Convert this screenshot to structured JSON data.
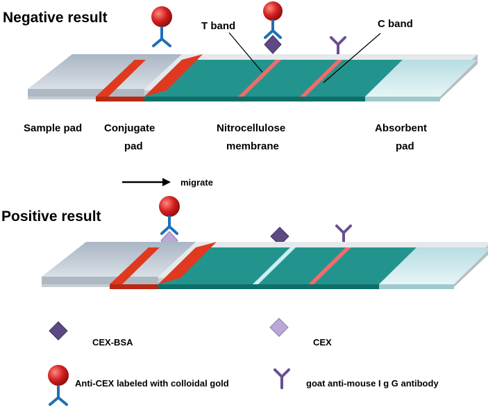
{
  "headings": {
    "negative": "Negative result",
    "positive": "Positive result"
  },
  "callouts": {
    "t_band": "T band",
    "c_band": "C band"
  },
  "parts": {
    "sample_pad": "Sample pad",
    "conjugate_pad_line1": "Conjugate",
    "conjugate_pad_line2": "pad",
    "membrane_line1": "Nitrocellulose",
    "membrane_line2": "membrane",
    "absorbent_pad_line1": "Absorbent",
    "absorbent_pad_line2": "pad"
  },
  "flow": {
    "migrate": "migrate"
  },
  "legend": {
    "cex_bsa": "CEX-BSA",
    "cex": "CEX",
    "anti_cex_gold": "Anti-CEX labeled with colloidal gold",
    "goat_igg": "goat anti-mouse I g G antibody"
  },
  "colors": {
    "membrane": "#23948d",
    "membrane_dark": "#0f6e69",
    "conjugate": "#e0391f",
    "band_red": "#f26b6b",
    "band_empty": "#cdeef2",
    "sample_pad": "#c9d3dc",
    "absorbent_pad": "#d3ecef",
    "gold": "#d21f1f",
    "antibody_blue": "#1f6fb5",
    "goat_purple": "#6a4f8f",
    "cex_bsa": "#5e4a82",
    "cex": "#b9a9d4"
  }
}
